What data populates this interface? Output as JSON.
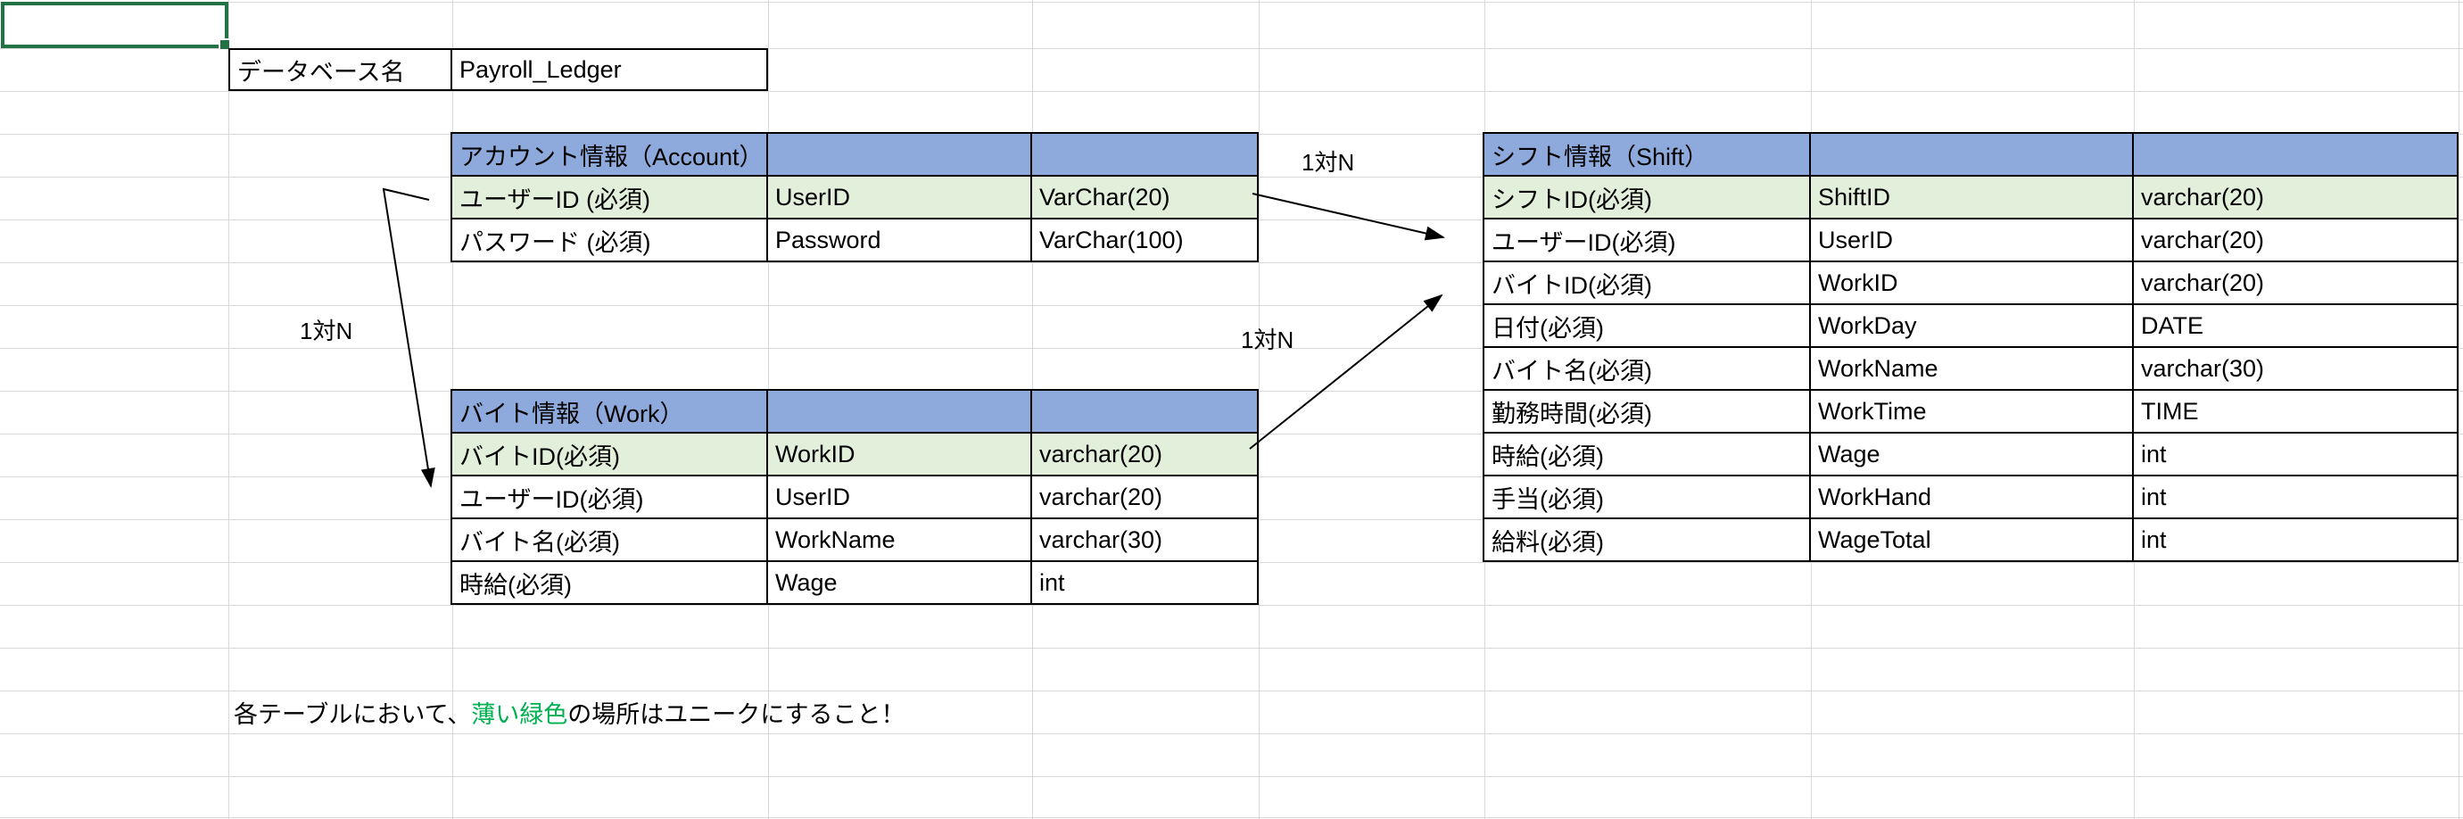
{
  "database": {
    "label": "データベース名",
    "value": "Payroll_Ledger"
  },
  "tables": [
    {
      "id": "account",
      "title": "アカウント情報（Account）",
      "rows": [
        {
          "unique": true,
          "cells": [
            "ユーザーID (必須)",
            "UserID",
            "VarChar(20)"
          ]
        },
        {
          "unique": false,
          "cells": [
            "パスワード (必須)",
            "Password",
            "VarChar(100)"
          ]
        }
      ]
    },
    {
      "id": "work",
      "title": "バイト情報（Work）",
      "rows": [
        {
          "unique": true,
          "cells": [
            "バイトID(必須)",
            "WorkID",
            "varchar(20)"
          ]
        },
        {
          "unique": false,
          "cells": [
            "ユーザーID(必須)",
            "UserID",
            "varchar(20)"
          ]
        },
        {
          "unique": false,
          "cells": [
            "バイト名(必須)",
            "WorkName",
            "varchar(30)"
          ]
        },
        {
          "unique": false,
          "cells": [
            "時給(必須)",
            "Wage",
            "int"
          ]
        }
      ]
    },
    {
      "id": "shift",
      "title": "シフト情報（Shift）",
      "rows": [
        {
          "unique": true,
          "cells": [
            "シフトID(必須)",
            "ShiftID",
            "varchar(20)"
          ]
        },
        {
          "unique": false,
          "cells": [
            "ユーザーID(必須)",
            "UserID",
            "varchar(20)"
          ]
        },
        {
          "unique": false,
          "cells": [
            "バイトID(必須)",
            "WorkID",
            "varchar(20)"
          ]
        },
        {
          "unique": false,
          "cells": [
            "日付(必須)",
            "WorkDay",
            "DATE"
          ]
        },
        {
          "unique": false,
          "cells": [
            "バイト名(必須)",
            "WorkName",
            "varchar(30)"
          ]
        },
        {
          "unique": false,
          "cells": [
            "勤務時間(必須)",
            "WorkTime",
            "TIME"
          ]
        },
        {
          "unique": false,
          "cells": [
            "時給(必須)",
            "Wage",
            "int"
          ]
        },
        {
          "unique": false,
          "cells": [
            "手当(必須)",
            "WorkHand",
            "int"
          ]
        },
        {
          "unique": false,
          "cells": [
            "給料(必須)",
            "WageTotal",
            "int"
          ]
        }
      ]
    }
  ],
  "relations": [
    {
      "label": "1対N",
      "from": "Account.UserID",
      "to": "Shift.UserID"
    },
    {
      "label": "1対N",
      "from": "Account.UserID",
      "to": "Work.UserID"
    },
    {
      "label": "1対N",
      "from": "Work.WorkID",
      "to": "Shift.WorkID"
    }
  ],
  "note": {
    "pre": "各テーブルにおいて、",
    "highlight": "薄い緑色",
    "post": "の場所はユニークにすること！"
  },
  "colors": {
    "table_header_fill": "#8EA9DB",
    "unique_row_fill": "#E2EFDA",
    "cell_border": "#000000",
    "gridline": "#D9D9D9",
    "selection_green": "#217346",
    "note_highlight_green": "#00B050"
  }
}
